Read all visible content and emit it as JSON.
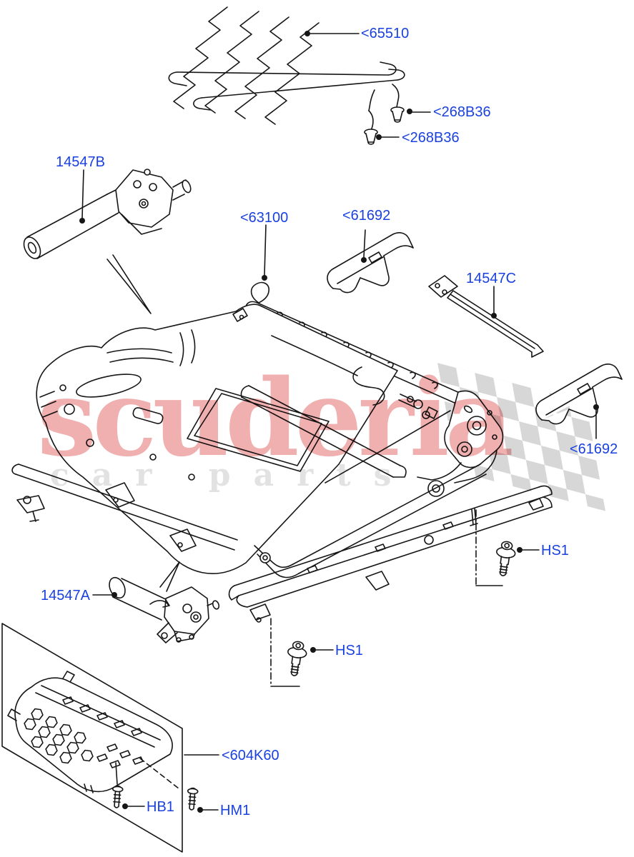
{
  "diagram": {
    "title_hint": "seat frame exploded parts diagram",
    "label_color": "#1a41e0",
    "line_color": "#161616",
    "labels": [
      {
        "id": "65510",
        "text": "<65510"
      },
      {
        "id": "268B36-upper",
        "text": "<268B36"
      },
      {
        "id": "268B36-lower",
        "text": "<268B36"
      },
      {
        "id": "14547B",
        "text": "14547B"
      },
      {
        "id": "63100",
        "text": "<63100"
      },
      {
        "id": "61692-left",
        "text": "<61692"
      },
      {
        "id": "14547C",
        "text": "14547C"
      },
      {
        "id": "61692-right",
        "text": "<61692"
      },
      {
        "id": "HS1-right",
        "text": "HS1"
      },
      {
        "id": "14547A",
        "text": "14547A"
      },
      {
        "id": "HS1-lower",
        "text": "HS1"
      },
      {
        "id": "604K60",
        "text": "<604K60"
      },
      {
        "id": "HB1",
        "text": "HB1"
      },
      {
        "id": "HM1",
        "text": "HM1"
      }
    ],
    "watermark": {
      "brand": "scuderia",
      "subtext": "car parts",
      "brand_color": "#f0b0b0",
      "subtext_color": "#e2e2e2",
      "flag_color": "#d7d7d7"
    }
  }
}
